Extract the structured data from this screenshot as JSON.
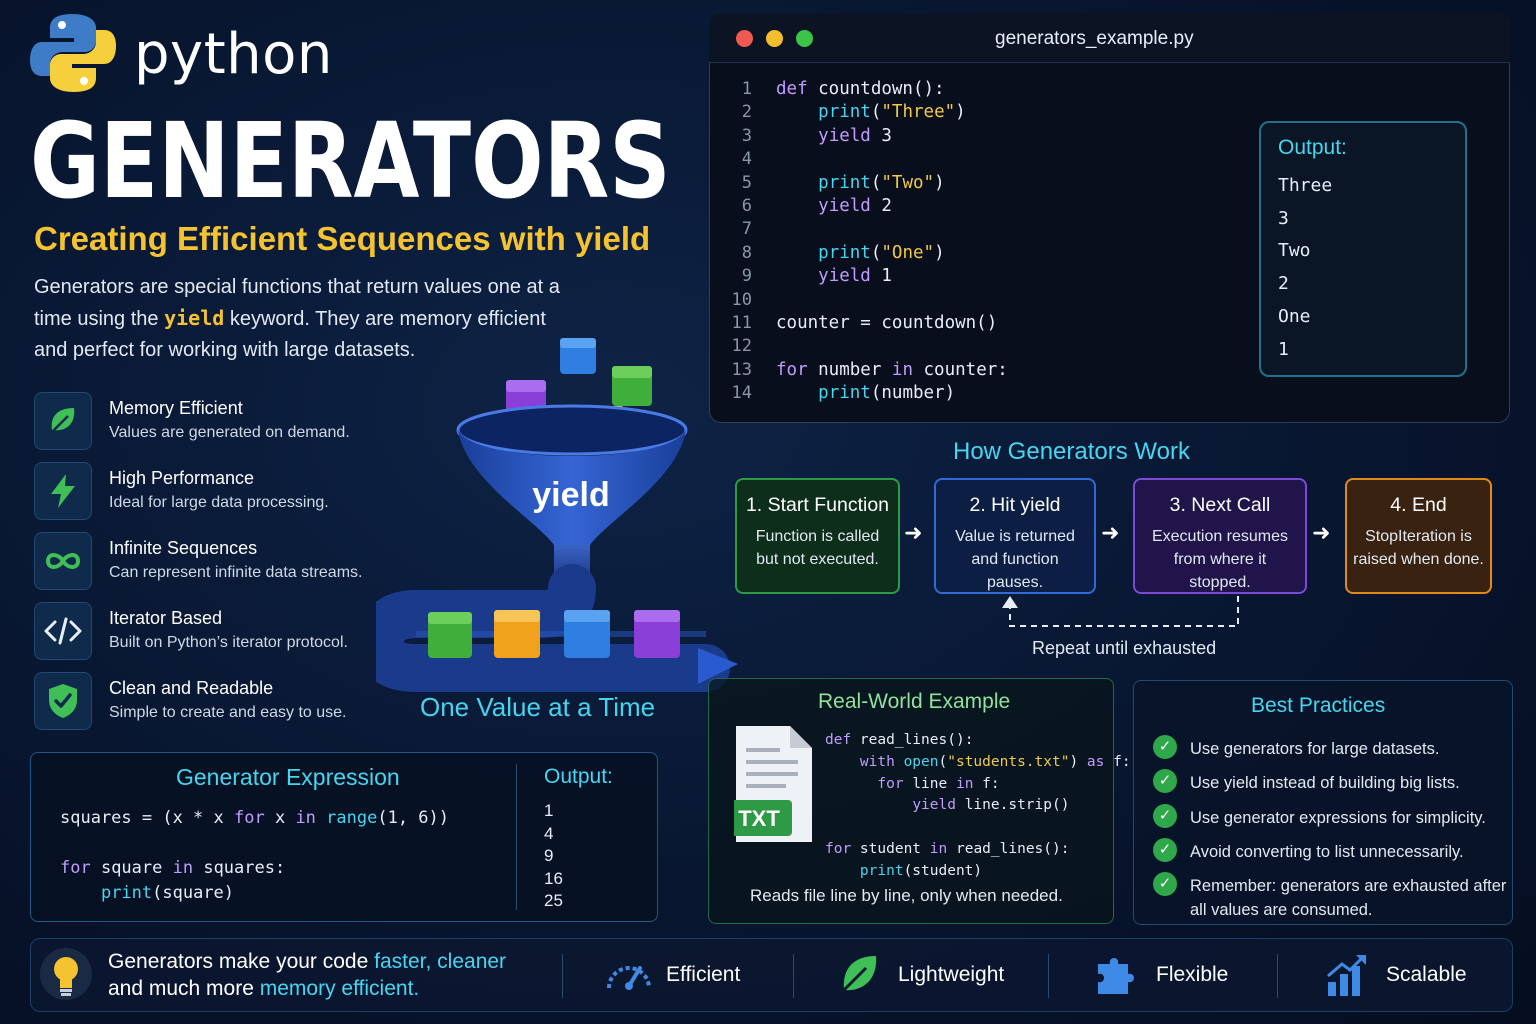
{
  "header": {
    "brand": "python",
    "title": "GENERATORS",
    "subtitle": "Creating Efficient Sequences with yield",
    "intro_before": "Generators are special functions that return values one at a time using the ",
    "intro_keyword": "yield",
    "intro_after": " keyword. They are memory efficient and perfect for working with large datasets."
  },
  "features": [
    {
      "title": "Memory Efficient",
      "desc": "Values are generated on demand.",
      "icon": "leaf-icon"
    },
    {
      "title": "High Performance",
      "desc": "Ideal for large data processing.",
      "icon": "lightning-icon"
    },
    {
      "title": "Infinite Sequences",
      "desc": "Can represent infinite data streams.",
      "icon": "infinity-icon"
    },
    {
      "title": "Iterator Based",
      "desc": "Built on Python’s iterator protocol.",
      "icon": "code-icon"
    },
    {
      "title": "Clean and Readable",
      "desc": "Simple to create and easy to use.",
      "icon": "shield-check-icon"
    }
  ],
  "funnel": {
    "label": "yield",
    "caption": "One Value at a Time"
  },
  "generator_expression": {
    "title": "Generator Expression",
    "output_title": "Output:",
    "output": [
      "1",
      "4",
      "9",
      "16",
      "25"
    ]
  },
  "editor": {
    "filename": "generators_example.py",
    "line_numbers": [
      "1",
      "2",
      "3",
      "4",
      "5",
      "6",
      "7",
      "8",
      "9",
      "10",
      "11",
      "12",
      "13",
      "14"
    ],
    "output_title": "Output:",
    "output": [
      "Three",
      "3",
      "Two",
      "2",
      "One",
      "1"
    ]
  },
  "how_it_works": {
    "title": "How Generators Work",
    "steps": [
      {
        "title": "1. Start Function",
        "desc": "Function is called but not executed."
      },
      {
        "title": "2. Hit yield",
        "desc": "Value is returned and function pauses."
      },
      {
        "title": "3. Next Call",
        "desc": "Execution resumes from where it stopped."
      },
      {
        "title": "4. End",
        "desc": "StopIteration is raised when done."
      }
    ],
    "loop_label": "Repeat until exhausted"
  },
  "real_world": {
    "title": "Real-World Example",
    "badge": "TXT",
    "note": "Reads file line by line, only when needed."
  },
  "best_practices": {
    "title": "Best Practices",
    "items": [
      "Use generators for large datasets.",
      "Use yield instead of building big lists.",
      "Use generator expressions for simplicity.",
      "Avoid converting to list unnecessarily.",
      "Remember: generators are exhausted after all values are consumed."
    ]
  },
  "footer": {
    "line1_before": "Generators make your code ",
    "line1_hl": "faster, cleaner",
    "line2_before": "and much more ",
    "line2_hl": "memory efficient.",
    "items": [
      {
        "label": "Efficient",
        "icon": "speedometer-icon"
      },
      {
        "label": "Lightweight",
        "icon": "leaf-icon"
      },
      {
        "label": "Flexible",
        "icon": "puzzle-icon"
      },
      {
        "label": "Scalable",
        "icon": "growth-chart-icon"
      }
    ]
  },
  "colors": {
    "accent_cyan": "#46d6f0",
    "accent_yellow": "#f5c330",
    "background": "#081630"
  }
}
